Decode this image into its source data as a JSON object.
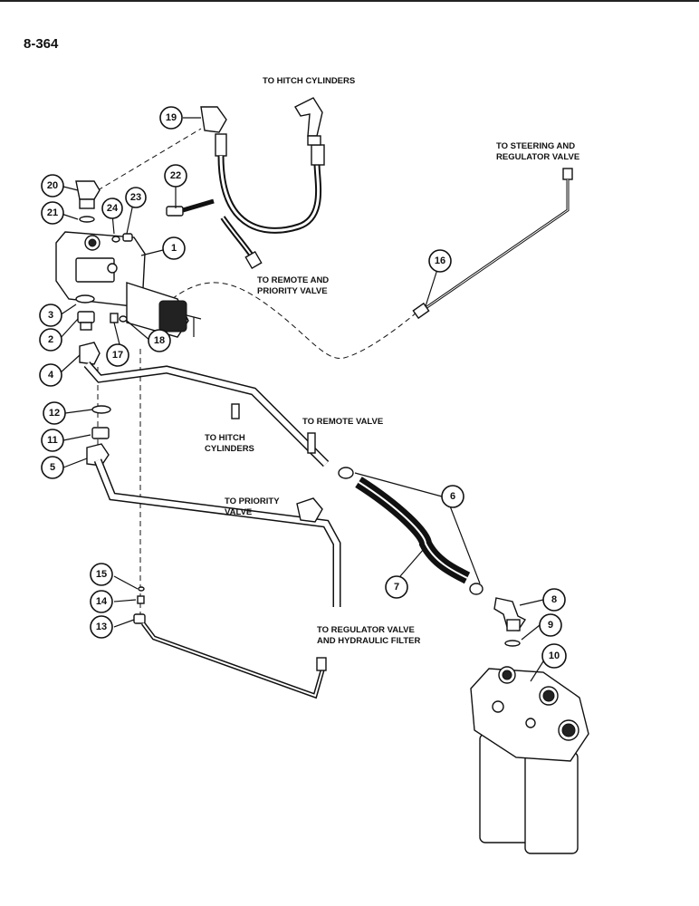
{
  "page_number": "8-364",
  "labels": {
    "to_hitch_cylinders_top": "TO HITCH CYLINDERS",
    "to_steering_line1": "TO STEERING AND",
    "to_steering_line2": "REGULATOR VALVE",
    "to_remote_priority_line1": "TO REMOTE AND",
    "to_remote_priority_line2": "PRIORITY VALVE",
    "to_hitch_cyl_line1": "TO HITCH",
    "to_hitch_cyl_line2": "CYLINDERS",
    "to_remote_valve": "TO REMOTE VALVE",
    "to_priority_line1": "TO PRIORITY",
    "to_priority_line2": "VALVE",
    "to_regulator_line1": "TO REGULATOR VALVE",
    "to_regulator_line2": "AND HYDRAULIC FILTER"
  },
  "callouts": [
    "1",
    "2",
    "3",
    "4",
    "5",
    "6",
    "7",
    "8",
    "9",
    "10",
    "11",
    "12",
    "13",
    "14",
    "15",
    "16",
    "17",
    "18",
    "19",
    "20",
    "21",
    "22",
    "23",
    "24"
  ]
}
